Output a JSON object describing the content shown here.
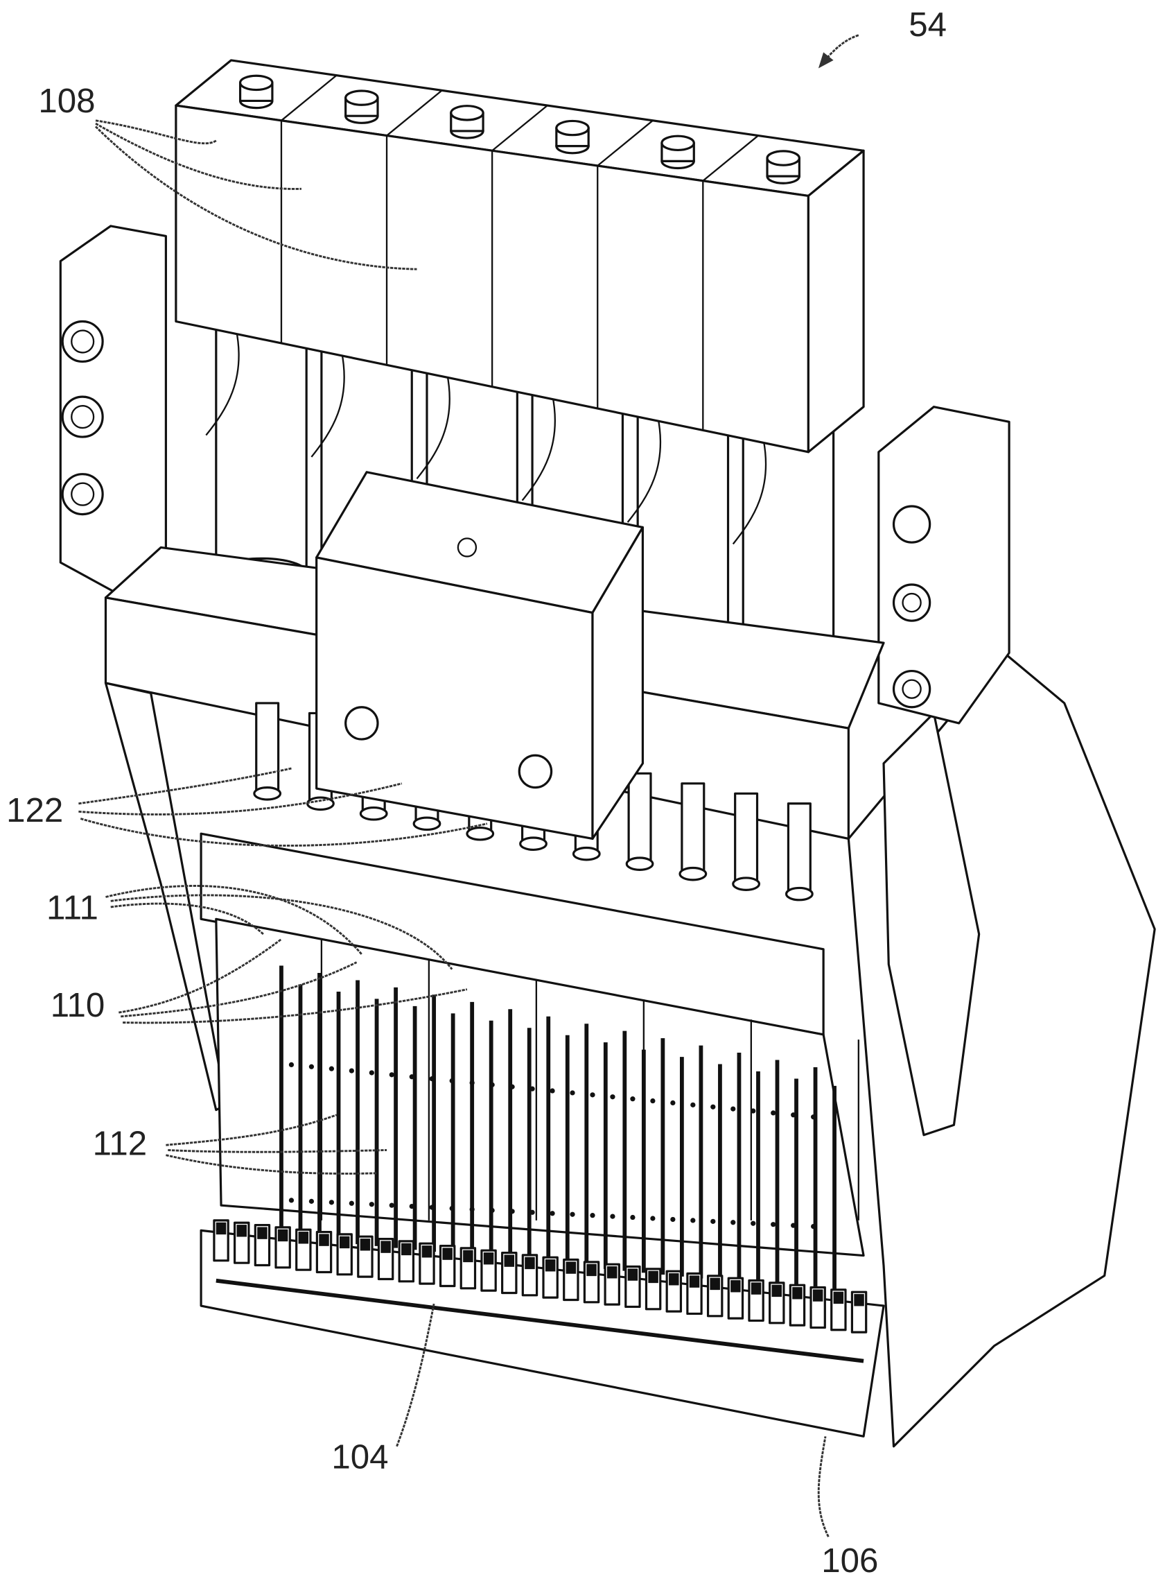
{
  "figure": {
    "reference_labels": {
      "assembly": "54",
      "modules": "108",
      "nozzles": "122",
      "part_111": "111",
      "part_110": "110",
      "blades": "112",
      "part_104": "104",
      "part_106": "106"
    },
    "colors": {
      "line": "#111111",
      "background": "#ffffff"
    }
  }
}
